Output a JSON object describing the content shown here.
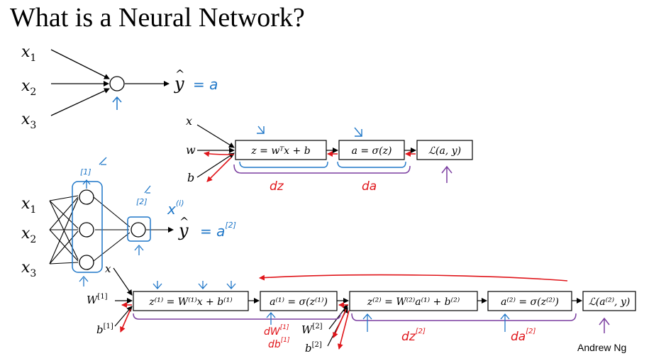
{
  "title": "What is a Neural Network?",
  "footer": "Andrew Ng",
  "neuron": {
    "inputs": [
      "x",
      "x",
      "x"
    ],
    "input_subs": [
      "1",
      "2",
      "3"
    ],
    "yhat": "y",
    "eq_a": "= a"
  },
  "single_graph": {
    "inputs": [
      "x",
      "w",
      "b"
    ],
    "boxes": [
      "z = wᵀx + b",
      "a = σ(z)",
      "ℒ(a, y)"
    ],
    "grad_labels": [
      "dz",
      "da"
    ]
  },
  "network": {
    "inputs": [
      "x",
      "x",
      "x"
    ],
    "input_subs": [
      "1",
      "2",
      "3"
    ],
    "layer_tags": [
      "[1]",
      "[2]"
    ],
    "x_note": "x",
    "x_note_sup": "(i)",
    "yhat": "y",
    "eq_a": "= a",
    "eq_a_sup": "[2]"
  },
  "two_layer_graph": {
    "x_label": "x",
    "inputs": [
      "W",
      "b"
    ],
    "input_sups": [
      "[1]",
      "[1]"
    ],
    "inputs2": [
      "W",
      "b"
    ],
    "inputs2_sups": [
      "[2]",
      "[2]"
    ],
    "boxes": [
      "z⁽¹⁾ = W⁽¹⁾x + b⁽¹⁾",
      "a⁽¹⁾ = σ(z⁽¹⁾)",
      "z⁽²⁾ = W⁽²⁾a⁽¹⁾ + b⁽²⁾",
      "a⁽²⁾ = σ(z⁽²⁾)",
      "ℒ(a⁽²⁾, y)"
    ],
    "grad_labels": [
      "dW",
      "db",
      "dz",
      "da"
    ],
    "grad_sups": [
      "[1]",
      "[1]",
      "[2]",
      "[2]"
    ]
  }
}
